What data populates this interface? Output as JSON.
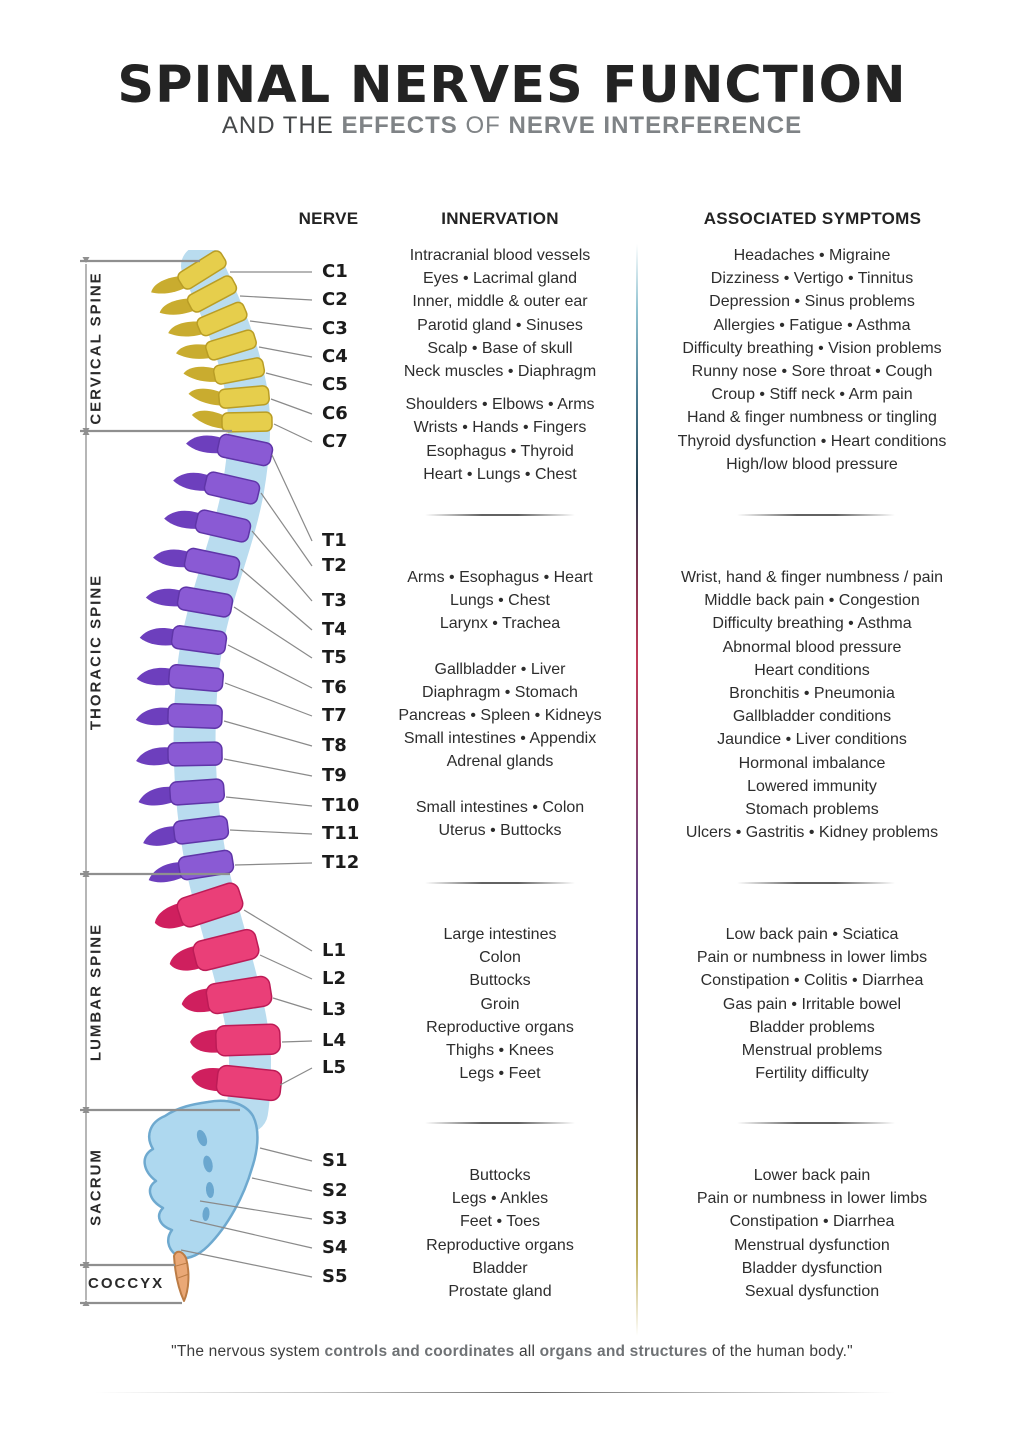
{
  "title": "SPINAL NERVES FUNCTION",
  "subtitle_parts": [
    {
      "text": "AND THE ",
      "style": "dark"
    },
    {
      "text": "EFFECTS",
      "style": "bold"
    },
    {
      "text": " OF ",
      "style": "plain"
    },
    {
      "text": "NERVE INTERFERENCE",
      "style": "bold"
    }
  ],
  "columns": {
    "nerve": "NERVE",
    "innervation": "INNERVATION",
    "symptoms": "ASSOCIATED SYMPTOMS"
  },
  "regions": [
    {
      "name": "CERVICAL SPINE",
      "color": "#e6ce4c"
    },
    {
      "name": "THORACIC SPINE",
      "color": "#8a5ad4"
    },
    {
      "name": "LUMBAR SPINE",
      "color": "#ea3f78"
    },
    {
      "name": "SACRUM",
      "color": "#aed8ef"
    },
    {
      "name": "COCCYX",
      "color": "#eaa876"
    }
  ],
  "nerve_labels": {
    "cervical": [
      "C1",
      "C2",
      "C3",
      "C4",
      "C5",
      "C6",
      "C7"
    ],
    "thoracic": [
      "T1",
      "T2",
      "T3",
      "T4",
      "T5",
      "T6",
      "T7",
      "T8",
      "T9",
      "T10",
      "T11",
      "T12"
    ],
    "lumbar": [
      "L1",
      "L2",
      "L3",
      "L4",
      "L5"
    ],
    "sacral": [
      "S1",
      "S2",
      "S3",
      "S4",
      "S5"
    ]
  },
  "innervation": {
    "cervical": [
      [
        "Intracranial blood vessels",
        "Eyes • Lacrimal gland",
        "Inner, middle & outer ear",
        "Parotid gland • Sinuses",
        "Scalp • Base of skull",
        "Neck muscles • Diaphragm"
      ],
      [
        "Shoulders • Elbows • Arms",
        "Wrists • Hands • Fingers",
        "Esophagus • Thyroid",
        "Heart • Lungs • Chest"
      ]
    ],
    "thoracic": [
      [
        "Arms • Esophagus • Heart",
        "Lungs • Chest",
        "Larynx • Trachea"
      ],
      [
        "Gallbladder • Liver",
        "Diaphragm • Stomach",
        "Pancreas • Spleen • Kidneys",
        "Small intestines • Appendix",
        "Adrenal glands"
      ],
      [
        "Small intestines • Colon",
        "Uterus • Buttocks"
      ]
    ],
    "lumbar": [
      [
        "Large intestines",
        "Colon",
        "Buttocks",
        "Groin",
        "Reproductive organs",
        "Thighs • Knees",
        "Legs • Feet"
      ]
    ],
    "sacral": [
      [
        "Buttocks",
        "Legs • Ankles",
        "Feet • Toes",
        "Reproductive organs",
        "Bladder",
        "Prostate gland"
      ]
    ]
  },
  "symptoms": {
    "cervical": [
      [
        "Headaches • Migraine",
        "Dizziness • Vertigo • Tinnitus",
        "Depression • Sinus problems",
        "Allergies • Fatigue • Asthma",
        "Difficulty breathing • Vision problems",
        "Runny nose • Sore throat • Cough",
        "Croup • Stiff neck • Arm pain",
        "Hand & finger numbness or tingling",
        "Thyroid dysfunction • Heart conditions",
        "High/low blood pressure"
      ]
    ],
    "thoracic": [
      [
        "Wrist, hand & finger numbness / pain",
        "Middle back pain • Congestion",
        "Difficulty breathing • Asthma",
        "Abnormal blood pressure",
        "Heart conditions",
        "Bronchitis • Pneumonia",
        "Gallbladder conditions",
        "Jaundice • Liver conditions",
        "Hormonal imbalance",
        "Lowered immunity",
        "Stomach problems",
        "Ulcers • Gastritis • Kidney problems"
      ]
    ],
    "lumbar": [
      [
        "Low back pain • Sciatica",
        "Pain or numbness in lower limbs",
        "Constipation • Colitis • Diarrhea",
        "Gas pain • Irritable bowel",
        "Bladder problems",
        "Menstrual problems",
        "Fertility difficulty"
      ]
    ],
    "sacral": [
      [
        "Lower back pain",
        "Pain or numbness in lower limbs",
        "Constipation • Diarrhea",
        "Menstrual dysfunction",
        "Bladder dysfunction",
        "Sexual dysfunction"
      ]
    ]
  },
  "quote_parts": [
    {
      "text": "\"The nervous system ",
      "style": "plain"
    },
    {
      "text": "controls and coordinates",
      "style": "bold"
    },
    {
      "text": " all ",
      "style": "plain"
    },
    {
      "text": "organs and structures",
      "style": "bold"
    },
    {
      "text": " of the human body.\"",
      "style": "plain"
    }
  ]
}
